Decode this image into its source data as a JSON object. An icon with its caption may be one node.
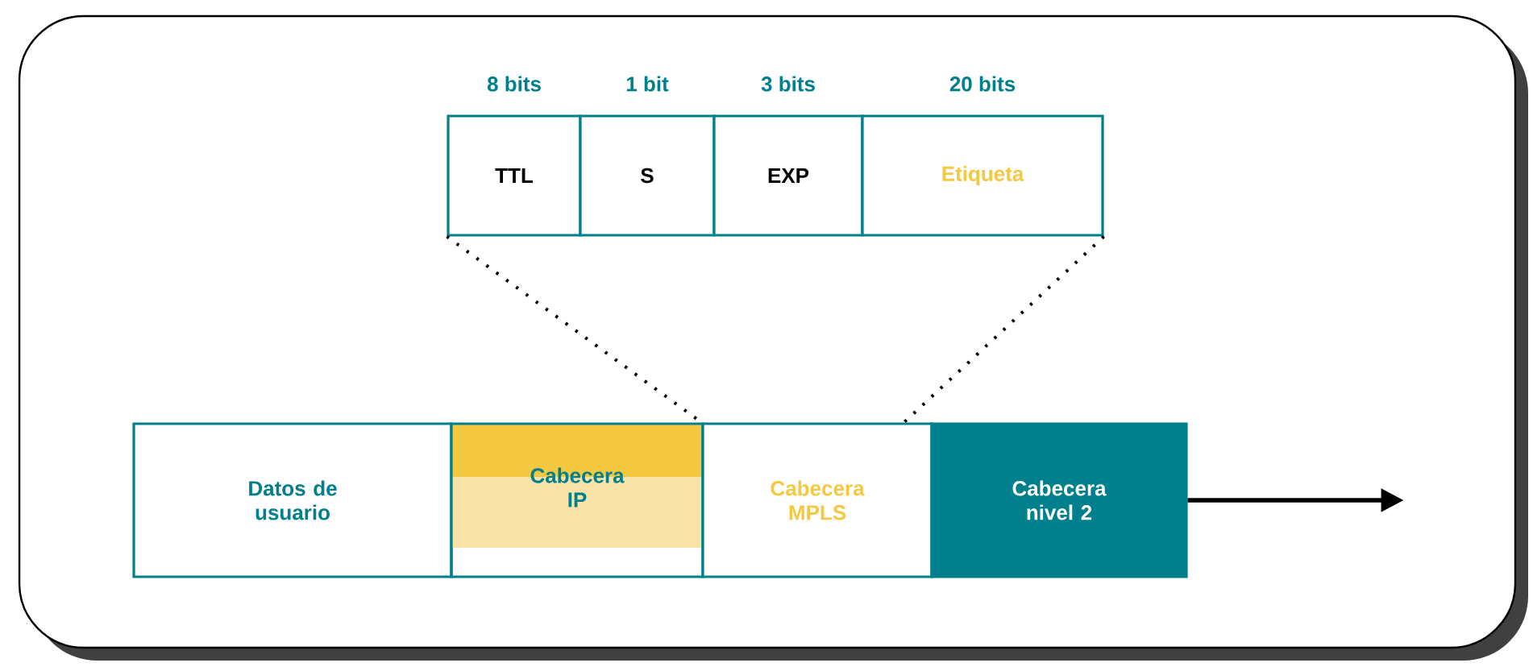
{
  "diagram": {
    "nodes": [
      {
        "text": [
          "TTL"
        ],
        "beside": [
          "8 bits"
        ]
      },
      {
        "text": [
          "S"
        ],
        "beside": [
          "1 bit"
        ]
      },
      {
        "text": [
          "EXP"
        ],
        "beside": [
          "3 bits"
        ]
      },
      {
        "text": [
          "Etiqueta"
        ],
        "beside": [
          "20 bits"
        ]
      },
      {
        "text": [
          "Datos de usuario"
        ]
      },
      {
        "text": [
          "Cabecera IP"
        ]
      },
      {
        "text": [
          "Cabecera MPLS"
        ]
      },
      {
        "text": [
          "Cabecera nivel 2"
        ]
      }
    ],
    "edges": [
      {
        "from": 0,
        "to": 6,
        "arrow": "none",
        "style": "dashed"
      },
      {
        "from": 3,
        "to": 6,
        "arrow": "none",
        "style": "dashed"
      },
      {
        "from": 7,
        "to": null,
        "arrow": "to"
      }
    ]
  }
}
